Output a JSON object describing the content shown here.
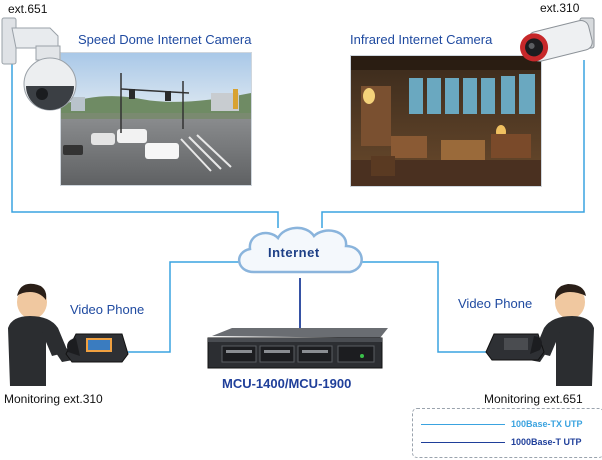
{
  "cameras": {
    "left": {
      "ext": "ext.651",
      "title": "Speed Dome Internet Camera"
    },
    "right": {
      "ext": "ext.310",
      "title": "Infrared Internet Camera"
    }
  },
  "cloud_label": "Internet",
  "phones": {
    "left": {
      "label": "Video Phone",
      "caption": "Monitoring ext.310"
    },
    "right": {
      "label": "Video Phone",
      "caption": "Monitoring ext.651"
    }
  },
  "mcu_label": "MCU-1400/MCU-1900",
  "legend": {
    "items": [
      {
        "label": "100Base-TX UTP",
        "color": "#3aa3e0"
      },
      {
        "label": "1000Base-T UTP",
        "color": "#1f3f9a"
      }
    ]
  },
  "colors": {
    "utp_100": "#3aa3e0",
    "utp_1000": "#1f3f9a",
    "label_blue": "#1f4aa0"
  },
  "icons": [
    "speed-dome-camera-icon",
    "infrared-camera-icon",
    "internet-cloud-icon",
    "video-phone-icon",
    "mcu-server-icon",
    "person-icon"
  ]
}
